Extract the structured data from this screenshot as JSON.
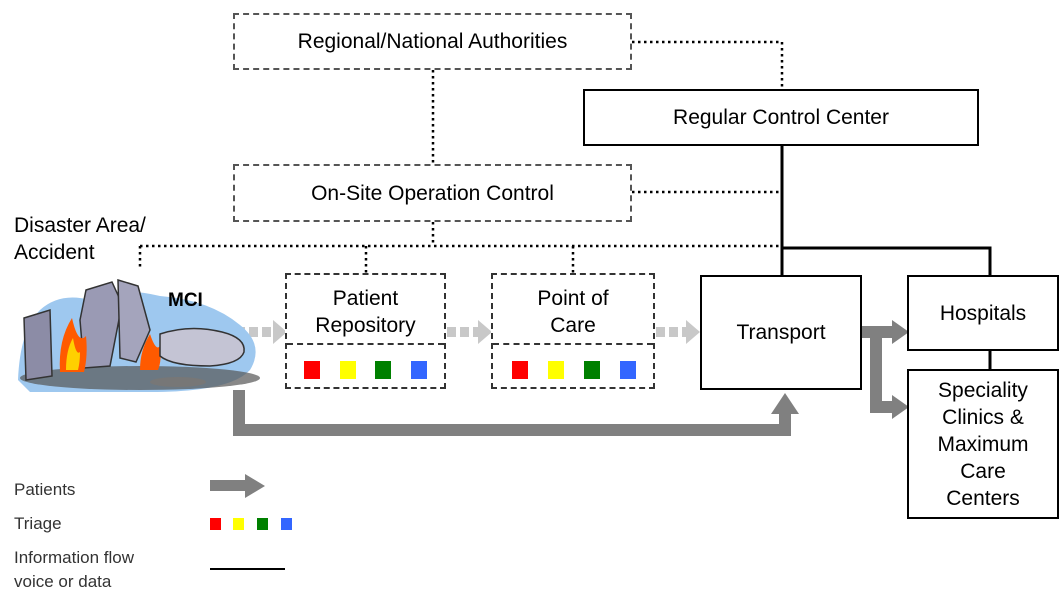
{
  "nodes": {
    "regional_authorities": "Regional/National Authorities",
    "regular_control_center": "Regular Control Center",
    "on_site_operation_control": "On-Site Operation Control",
    "disaster_area_line1": "Disaster Area/",
    "disaster_area_line2": "Accident",
    "mci": "MCI",
    "patient_repository_line1": "Patient",
    "patient_repository_line2": "Repository",
    "point_of_care_line1": "Point of",
    "point_of_care_line2": "Care",
    "transport": "Transport",
    "hospitals": "Hospitals",
    "speciality_line1": "Speciality",
    "speciality_line2": "Clinics &",
    "speciality_line3": "Maximum",
    "speciality_line4": "Care",
    "speciality_line5": "Centers"
  },
  "triage_colors": [
    "#ff0000",
    "#ffff00",
    "#008000",
    "#3366ff"
  ],
  "legend": {
    "patients": "Patients",
    "triage": "Triage",
    "information_flow_line1": "Information flow",
    "information_flow_line2": "voice or data"
  },
  "colors": {
    "patient_arrow": "#808080",
    "patient_arrow_light": "#c8c8c8",
    "information_flow": "#000000"
  }
}
